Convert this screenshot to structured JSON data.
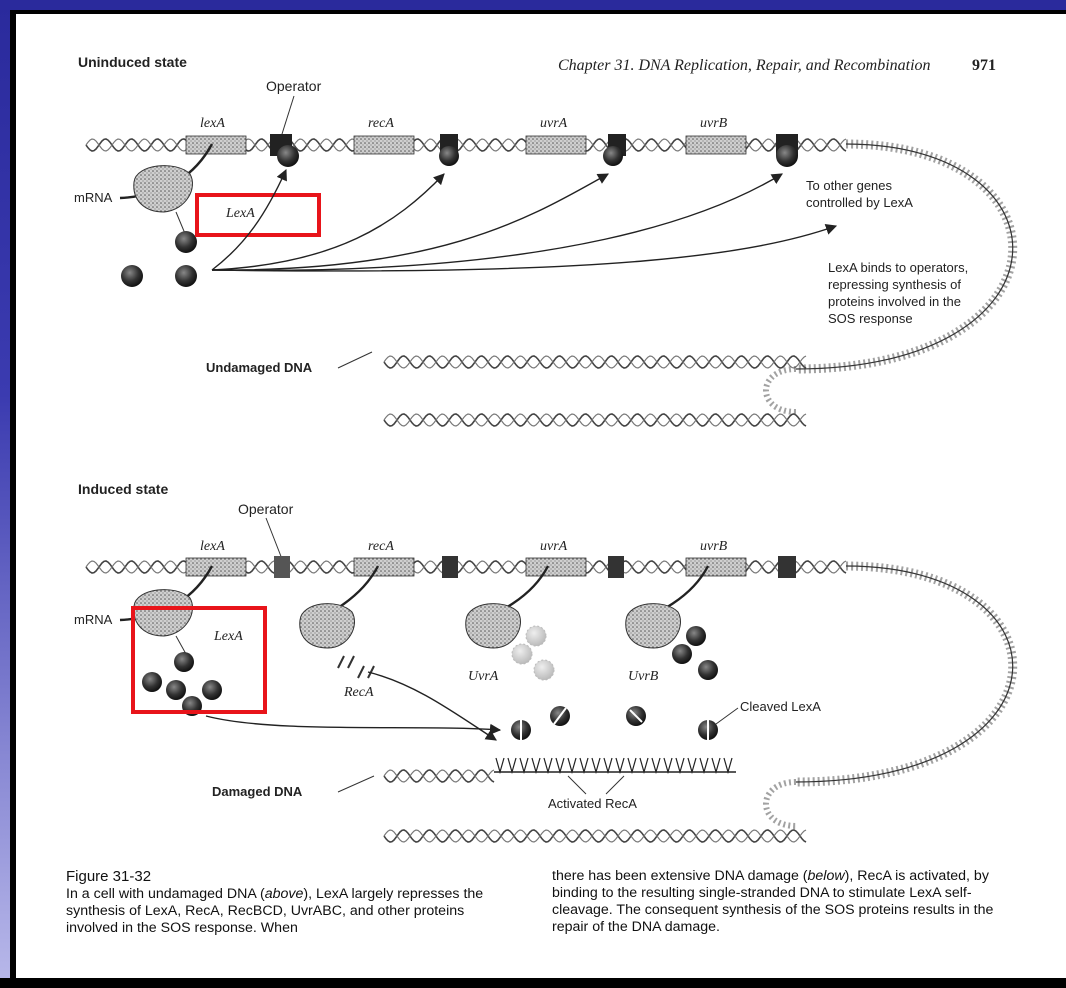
{
  "header": {
    "running_title": "Chapter 31. DNA Replication, Repair, and Recombination",
    "page_number": "971"
  },
  "uninduced": {
    "section_title": "Uninduced state",
    "operator_label": "Operator",
    "genes": [
      "lexA",
      "recA",
      "uvrA",
      "uvrB"
    ],
    "mrna_label": "mRNA",
    "protein_label": "LexA",
    "other_genes_note_1": "To other genes",
    "other_genes_note_2": "controlled by LexA",
    "binding_note_1": "LexA binds to operators,",
    "binding_note_2": "repressing synthesis of",
    "binding_note_3": "proteins involved in the",
    "binding_note_4": "SOS response",
    "dna_label": "Undamaged DNA"
  },
  "induced": {
    "section_title": "Induced state",
    "operator_label": "Operator",
    "genes": [
      "lexA",
      "recA",
      "uvrA",
      "uvrB"
    ],
    "mrna_label": "mRNA",
    "lexa_label": "LexA",
    "reca_label": "RecA",
    "uvra_label": "UvrA",
    "uvrb_label": "UvrB",
    "cleaved_label": "Cleaved LexA",
    "activated_label": "Activated RecA",
    "dna_label": "Damaged DNA"
  },
  "caption": {
    "figure_number": "Figure 31-32",
    "left_text_1": "In a cell with undamaged DNA (",
    "left_text_2": "above",
    "left_text_3": "), LexA largely represses the synthesis of LexA, RecA, RecBCD, UvrABC, and other proteins involved in the SOS response. When",
    "right_text_1": "there has been extensive DNA damage (",
    "right_text_2": "below",
    "right_text_3": "), RecA is activated, by binding to the resulting single-stranded DNA to stimulate LexA self-cleavage. The consequent synthesis of the SOS proteins results in the repair of the DNA damage."
  },
  "colors": {
    "highlight": "#e8141a",
    "ink": "#222222",
    "background_top": "#2a2a9c",
    "background_bottom": "#b9b9ea"
  }
}
